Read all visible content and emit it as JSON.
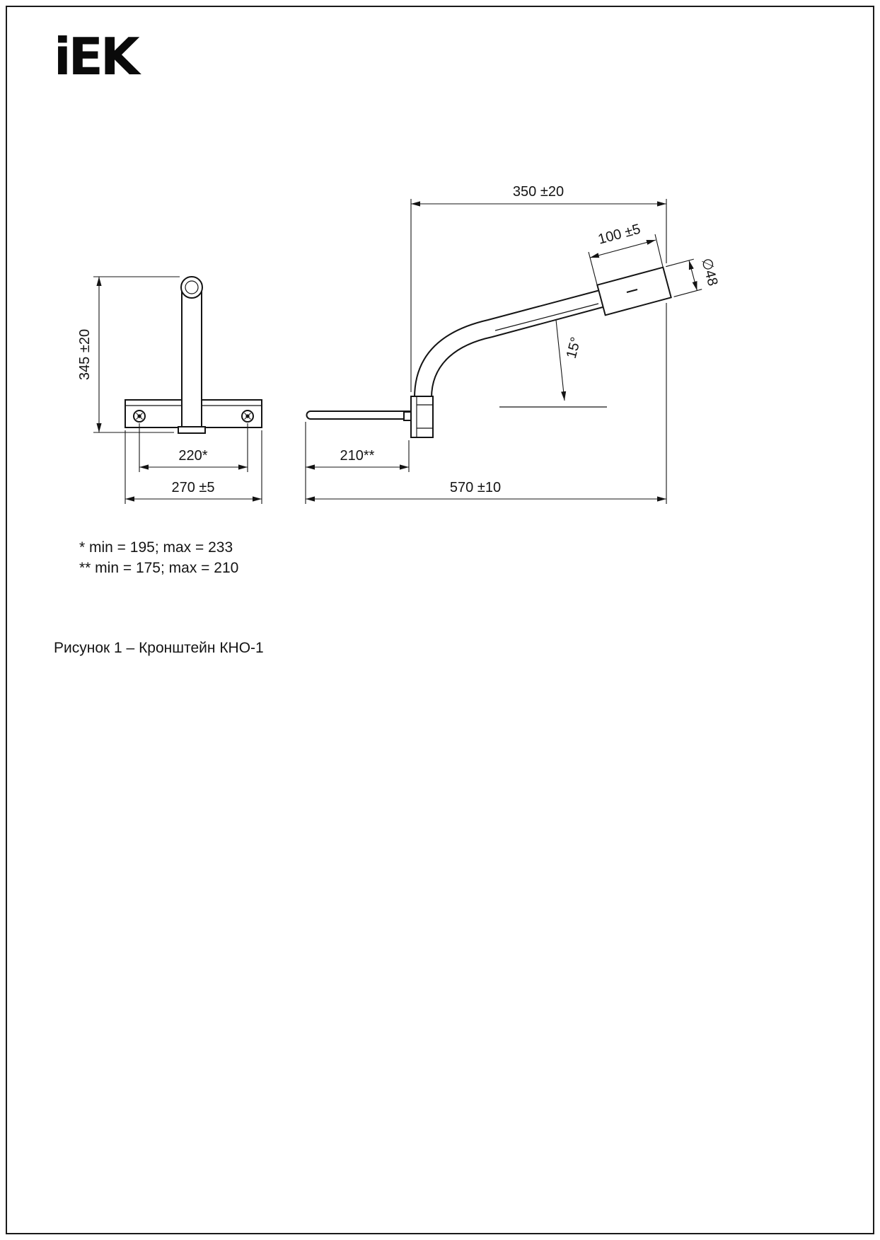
{
  "page": {
    "logo_text": "iEK",
    "caption": "Рисунок 1 – Кронштейн КНО-1"
  },
  "figure": {
    "notes": {
      "note1": "* min = 195; max = 233",
      "note2": "** min = 175; max = 210"
    },
    "front_view": {
      "height": "345 ±20",
      "bolt_spacing": "220*",
      "plate_width": "270 ±5"
    },
    "side_view": {
      "horizontal_reach": "350 ±20",
      "end_sleeve_length": "100 ±5",
      "diameter": "∅48",
      "tilt_angle": "15°",
      "arm_length": "210**",
      "total_length": "570 ±10"
    }
  }
}
